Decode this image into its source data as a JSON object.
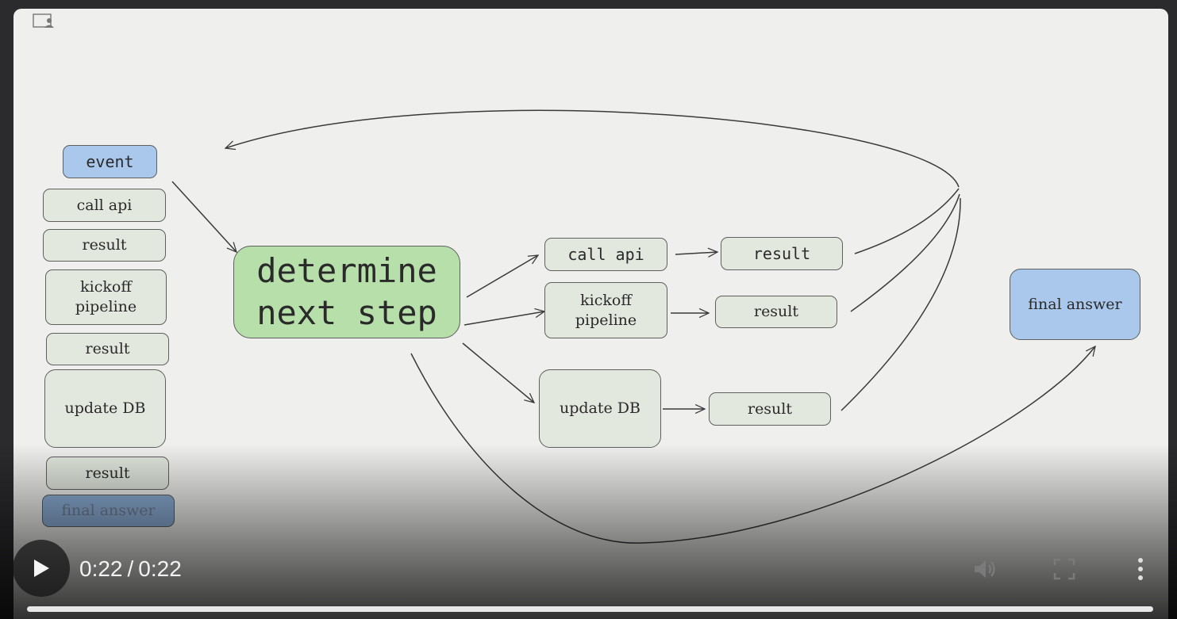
{
  "diagram": {
    "left_column": [
      {
        "label": "event",
        "style": "blue hand"
      },
      {
        "label": "call api",
        "style": ""
      },
      {
        "label": "result",
        "style": ""
      },
      {
        "label": "kickoff\npipeline",
        "style": ""
      },
      {
        "label": "result",
        "style": ""
      },
      {
        "label": "update DB",
        "style": ""
      },
      {
        "label": "result",
        "style": ""
      },
      {
        "label": "final answer",
        "style": "faded"
      }
    ],
    "center": {
      "label": "determine\nnext step"
    },
    "branches": [
      {
        "action": "call api",
        "result": "result"
      },
      {
        "action": "kickoff\npipeline",
        "result": "result"
      },
      {
        "action": "update DB",
        "result": "result"
      }
    ],
    "final": {
      "label": "final answer"
    }
  },
  "player": {
    "current_time": "0:22",
    "separator": "/",
    "duration": "0:22",
    "progress": 1.0,
    "icons": {
      "play": "play-icon",
      "volume": "volume-icon",
      "fullscreen": "fullscreen-icon",
      "more": "more-vert-icon",
      "slide_corner": "presenter-icon"
    }
  }
}
